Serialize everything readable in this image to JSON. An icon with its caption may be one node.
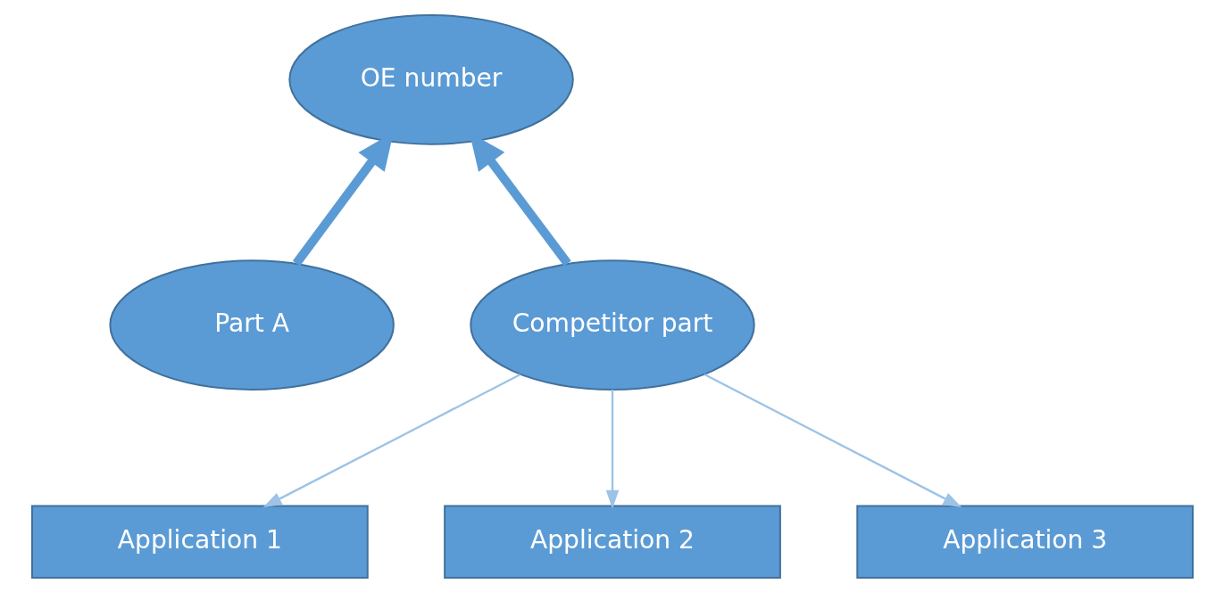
{
  "diagram": {
    "nodes": [
      {
        "text": [
          "OE number"
        ]
      },
      {
        "text": [
          "Part A"
        ]
      },
      {
        "text": [
          "Competitor part"
        ]
      },
      {
        "text": [
          "Application 1"
        ]
      },
      {
        "text": [
          "Application 2"
        ]
      },
      {
        "text": [
          "Application 3"
        ]
      }
    ],
    "edges": [
      {
        "from": 1,
        "to": 0,
        "arrow": "to",
        "style": "thick"
      },
      {
        "from": 2,
        "to": 0,
        "arrow": "to",
        "style": "thick"
      },
      {
        "from": 2,
        "to": 3,
        "arrow": "to"
      },
      {
        "from": 2,
        "to": 4,
        "arrow": "to"
      },
      {
        "from": 2,
        "to": 5,
        "arrow": "to"
      }
    ]
  }
}
